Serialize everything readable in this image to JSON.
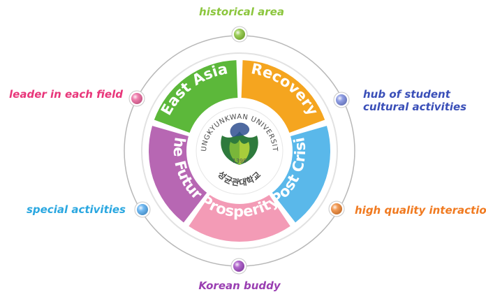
{
  "segments": [
    {
      "label": "East Asia",
      "color": "#5cb83a"
    },
    {
      "label": "Recovery",
      "color": "#f5a51f"
    },
    {
      "label": "Post Crisis",
      "color": "#5ab8ea"
    },
    {
      "label": "Prosperity",
      "color": "#f39bb6"
    },
    {
      "label": "The Future",
      "color": "#b767b3"
    }
  ],
  "nodes": [
    {
      "label": "historical area",
      "color": "#8cc63e",
      "text_color": "#8cc63e"
    },
    {
      "label": "hub of student cultural activities",
      "line1": "hub of student",
      "line2": "cultural activities",
      "color": "#7f8fe0",
      "text_color": "#3a4fb8"
    },
    {
      "label": "high quality interaction",
      "color": "#f08a3a",
      "text_color": "#f07a20"
    },
    {
      "label": "Korean buddy",
      "color": "#a44fc4",
      "text_color": "#9a3fb2"
    },
    {
      "label": "special activities",
      "color": "#5aaef0",
      "text_color": "#2aa7e0"
    },
    {
      "label": "leader in each field",
      "color": "#ec6aa0",
      "text_color": "#e8367a"
    }
  ],
  "logo": {
    "name_en": "SUNGKYUNKWAN UNIVERSITY",
    "year": "1398",
    "name_ko": "성균관대학교"
  }
}
